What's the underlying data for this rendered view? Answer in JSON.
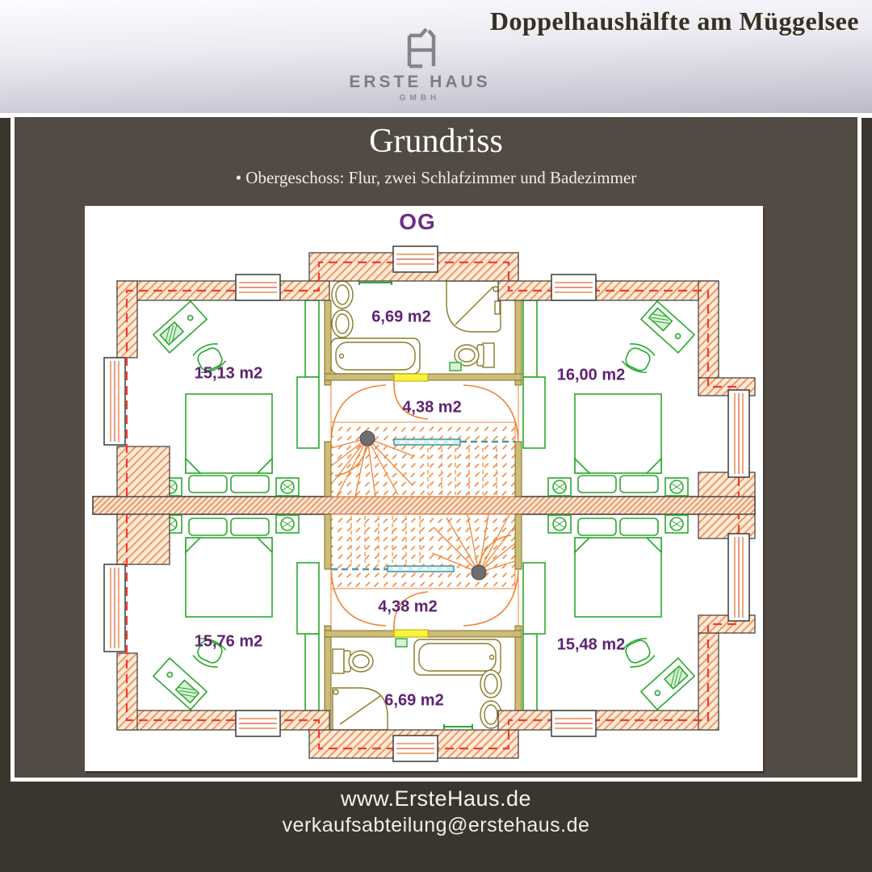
{
  "header": {
    "title": "Doppelhaushälfte am Müggelsee",
    "logo": {
      "icon": "erste-haus-house-monogram",
      "name": "ERSTE HAUS",
      "suffix": "GMBH"
    }
  },
  "section": {
    "title": "Grundriss",
    "bullet": "• Obergeschoss: Flur, zwei Schlafzimmer und Badezimmer"
  },
  "floorplan": {
    "floor_label": "OG",
    "rooms": [
      {
        "name": "badezimmer-oben",
        "area_label": "6,69 m2"
      },
      {
        "name": "schlafzimmer-oben-links",
        "area_label": "15,13 m2"
      },
      {
        "name": "schlafzimmer-oben-rechts",
        "area_label": "16,00 m2"
      },
      {
        "name": "flur-oben",
        "area_label": "4,38 m2"
      },
      {
        "name": "flur-unten",
        "area_label": "4,38 m2"
      },
      {
        "name": "schlafzimmer-unten-links",
        "area_label": "15,76 m2"
      },
      {
        "name": "schlafzimmer-unten-rechts",
        "area_label": "15,48 m2"
      },
      {
        "name": "badezimmer-unten",
        "area_label": "6,69 m2"
      }
    ]
  },
  "footer": {
    "website": "www.ErsteHaus.de",
    "email": "verkaufsabteilung@erstehaus.de"
  },
  "colors": {
    "body_background": "#514b43",
    "frame_border": "#3a352d",
    "accent_purple": "#5e2373",
    "wall_hatch_orange": "#ef9a60",
    "wall_dashed_red": "#f5392c",
    "furniture_green": "#2aa82d",
    "fixture_olive": "#8a7a28",
    "stair_orange": "#f08438",
    "railing_teal": "#3f9aa0",
    "threshold_yellow": "#faf23d"
  }
}
